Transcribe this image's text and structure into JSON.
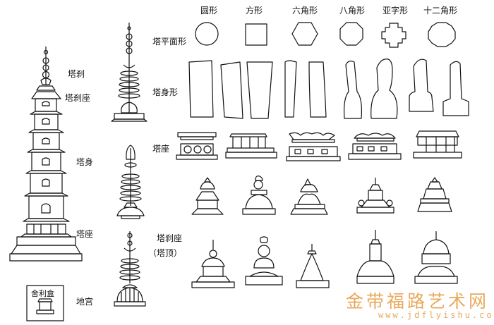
{
  "columns": {
    "round": "圆形",
    "square": "方形",
    "hexagon": "六角形",
    "octagon": "八角形",
    "cross": "亚字形",
    "dodecagon": "十二角形"
  },
  "rows": {
    "plan": "塔平面形",
    "body": "塔身形",
    "base": "塔座",
    "finial_base": "塔刹座",
    "finial_base_note": "（塔顶）"
  },
  "pagoda_parts": {
    "finial": "塔刹",
    "finial_base": "塔刹座",
    "body": "塔身",
    "base": "塔座",
    "reliquary": "舍利盒",
    "crypt": "地宫"
  },
  "watermark": {
    "title": "金带福路艺术网",
    "url": "www.jdflyishu.com"
  }
}
